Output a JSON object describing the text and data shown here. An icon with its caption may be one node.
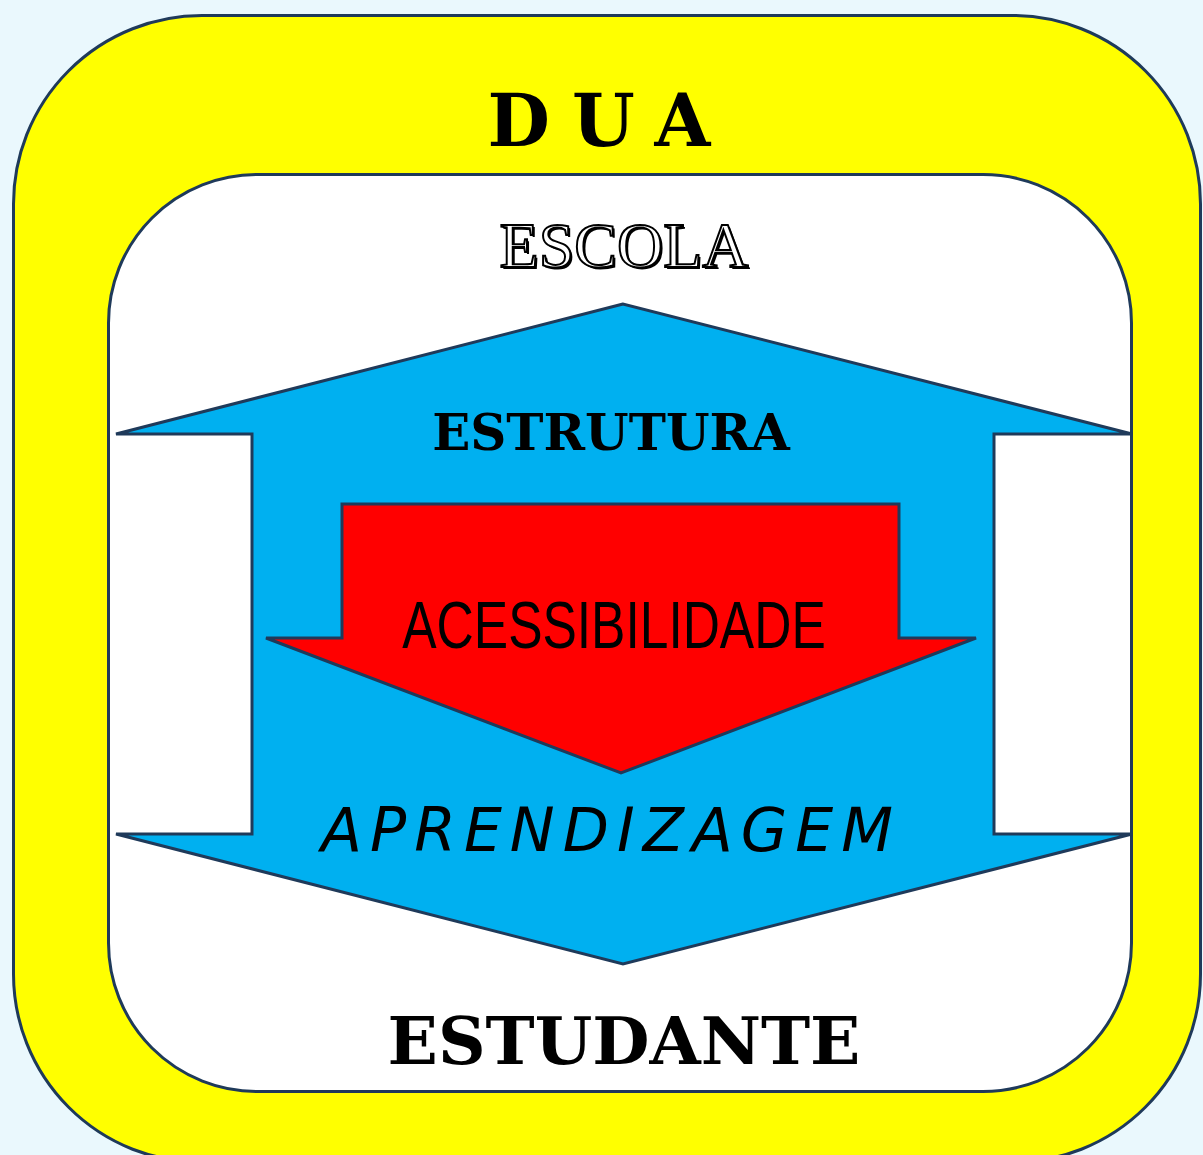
{
  "diagram": {
    "nodes": [
      {
        "text": [
          "DUA"
        ]
      },
      {
        "text": [
          "ESCOLA",
          "ESTUDANTE"
        ],
        "in": 0
      },
      {
        "text": [
          "ESTRUTURA",
          "APRENDIZAGEM"
        ],
        "in": 1
      },
      {
        "text": [
          "ACESSIBILIDADE"
        ],
        "in": 2
      }
    ]
  }
}
